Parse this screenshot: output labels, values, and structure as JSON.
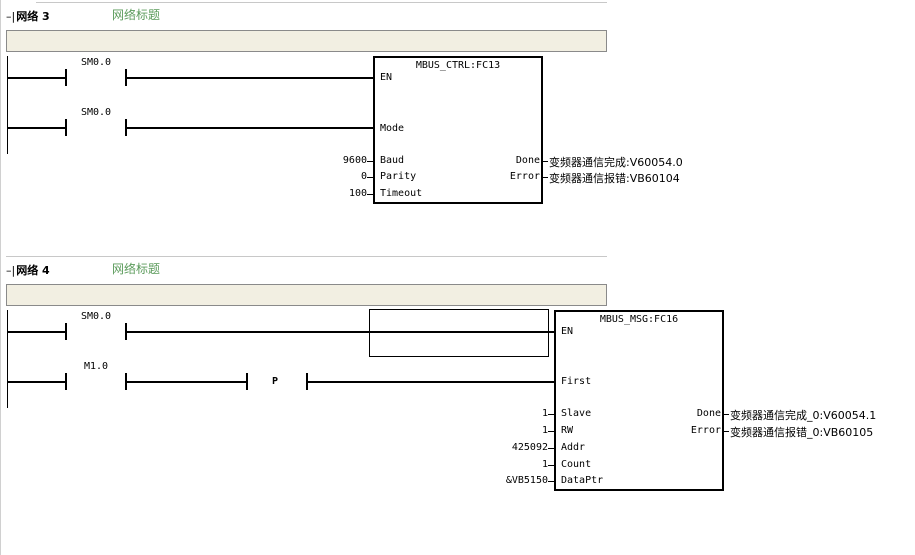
{
  "networks": [
    {
      "label": "网络 3",
      "collapse": "–|",
      "title": "网络标题",
      "contacts": [
        "SM0.0",
        "SM0.0"
      ],
      "block": {
        "title": "MBUS_CTRL:FC13",
        "inputs": [
          "EN",
          "Mode",
          "Baud",
          "Parity",
          "Timeout"
        ],
        "operands": {
          "Baud": "9600",
          "Parity": "0",
          "Timeout": "100"
        },
        "outputs": [
          "Done",
          "Error"
        ],
        "output_values": [
          "变频器通信完成:V60054.0",
          "变频器通信报错:VB60104"
        ]
      }
    },
    {
      "label": "网络 4",
      "collapse": "–|",
      "title": "网络标题",
      "contacts": [
        "SM0.0",
        "M1.0"
      ],
      "edge": "P",
      "block": {
        "title": "MBUS_MSG:FC16",
        "inputs": [
          "EN",
          "First",
          "Slave",
          "RW",
          "Addr",
          "Count",
          "DataPtr"
        ],
        "operands": {
          "Slave": "1",
          "RW": "1",
          "Addr": "425092",
          "Count": "1",
          "DataPtr": "&VB5150"
        },
        "outputs": [
          "Done",
          "Error"
        ],
        "output_values": [
          "变频器通信完成_0:V60054.1",
          "变频器通信报错_0:VB60105"
        ]
      }
    }
  ],
  "colors": {
    "comment_bar": "#f2efe2",
    "title_green": "#5b9b5b"
  }
}
